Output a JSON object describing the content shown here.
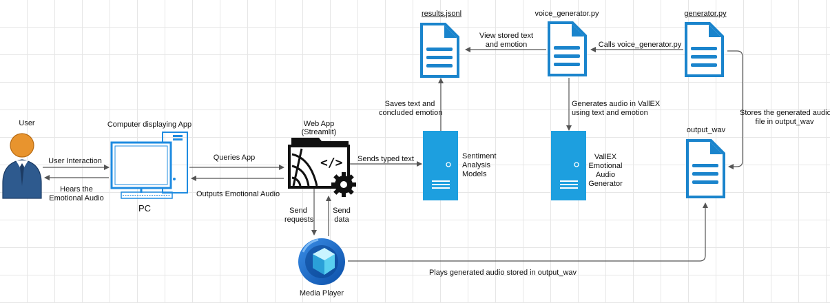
{
  "nodes": {
    "user": "User",
    "computer_title": "Computer displaying App",
    "pc": "PC",
    "web_app_line1": "Web App",
    "web_app_line2": "(Streamlit)",
    "results": "results.jsonl",
    "voice_gen": "voice_generator.py",
    "generator": "generator.py",
    "sentiment_line1": "Sentiment",
    "sentiment_line2": "Analysis",
    "sentiment_line3": "Models",
    "vallex_line1": "VallEX",
    "vallex_line2": "Emotional",
    "vallex_line3": "Audio",
    "vallex_line4": "Generator",
    "output_wav": "output_wav",
    "media_player": "Media Player"
  },
  "edges": {
    "user_interaction": "User Interaction",
    "hears_line1": "Hears the",
    "hears_line2": "Emotional Audio",
    "queries_app": "Queries App",
    "outputs_audio": "Outputs Emotional Audio",
    "sends_typed": "Sends typed text",
    "saves_line1": "Saves text and",
    "saves_line2": "concluded emotion",
    "view_line1": "View stored text",
    "view_line2": "and emotion",
    "calls_voice": "Calls voice_generator.py",
    "gen_audio_line1": "Generates audio in VallEX",
    "gen_audio_line2": "using text and emotion",
    "stores_line1": "Stores the generated audio",
    "stores_line2": "file in output_wav",
    "send_requests_line1": "Send",
    "send_requests_line2": "requests",
    "send_data_line1": "Send",
    "send_data_line2": "data",
    "plays": "Plays generated audio stored in output_wav"
  },
  "colors": {
    "doc_blue": "#1a84cc",
    "server_blue": "#1d9fdf",
    "user_orange": "#e8942e",
    "user_blue": "#2e5a8e",
    "monitor_blue": "#1e8be0",
    "line": "#555555"
  }
}
